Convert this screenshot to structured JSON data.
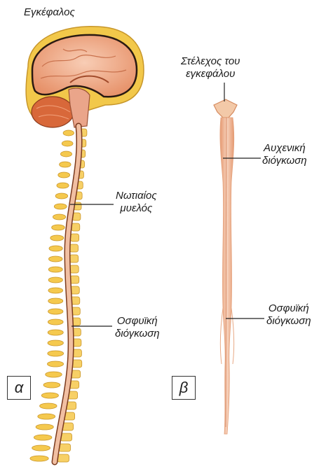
{
  "labels": {
    "brain": "Εγκέφαλος",
    "brainstem_line1": "Στέλεχος του",
    "brainstem_line2": "εγκεφάλου",
    "cervical_line1": "Αυχενική",
    "cervical_line2": "διόγκωση",
    "spinal_cord_line1": "Νωτιαίος",
    "spinal_cord_line2": "μυελός",
    "lumbar_a_line1": "Οσφυϊκή",
    "lumbar_a_line2": "διόγκωση",
    "lumbar_b_line1": "Οσφυϊκή",
    "lumbar_b_line2": "διόγκωση"
  },
  "panels": {
    "a": "α",
    "b": "β"
  },
  "colors": {
    "brain_outer": "#e8a07a",
    "brain_inner": "#f4c2a4",
    "cerebellum": "#d8683a",
    "skull_yellow": "#f2c84a",
    "vertebra": "#f5c94e",
    "cord": "#e9b290",
    "leader": "#222222"
  }
}
